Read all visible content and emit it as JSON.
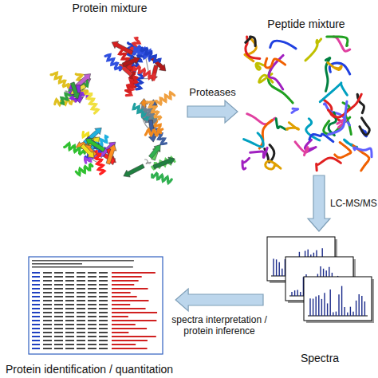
{
  "diagram": {
    "nodes": [
      {
        "text": [
          "Protein mixture"
        ]
      },
      {
        "text": [
          "Peptide mixture"
        ]
      },
      {
        "text": [
          "Spectra"
        ]
      },
      {
        "text": [
          "Protein identification / quantitation"
        ]
      }
    ],
    "edges": [
      {
        "from": 0,
        "to": 1,
        "label": "Proteases",
        "arrow": "to"
      },
      {
        "from": 1,
        "to": 2,
        "label": "LC-MS/MS",
        "arrow": "to"
      },
      {
        "from": 2,
        "to": 3,
        "label": "spectra interpretation / protein inference",
        "arrow": "to"
      }
    ]
  }
}
